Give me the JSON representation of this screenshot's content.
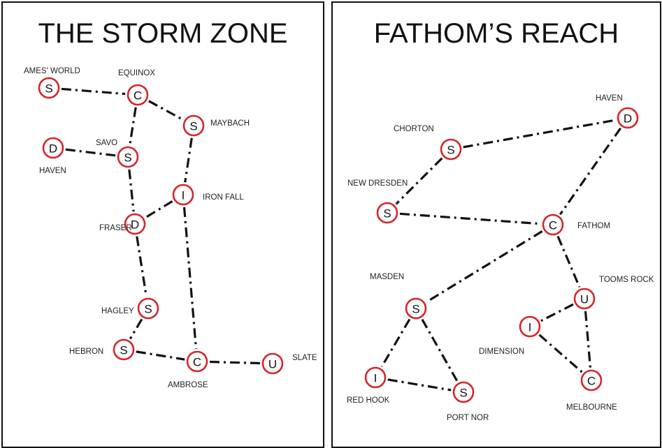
{
  "maps": [
    {
      "title": "THE STORM ZONE",
      "nodes": [
        {
          "id": "ames",
          "type": "S",
          "label": "AMES' WORLD"
        },
        {
          "id": "equinox",
          "type": "C",
          "label": "EQUINOX"
        },
        {
          "id": "maybach",
          "type": "S",
          "label": "MAYBACH"
        },
        {
          "id": "haven",
          "type": "D",
          "label": "HAVEN"
        },
        {
          "id": "savo",
          "type": "S",
          "label": "SAVO"
        },
        {
          "id": "ironfall",
          "type": "I",
          "label": "IRON FALL"
        },
        {
          "id": "fraser",
          "type": "D",
          "label": "FRASER"
        },
        {
          "id": "hagley",
          "type": "S",
          "label": "HAGLEY"
        },
        {
          "id": "hebron",
          "type": "S",
          "label": "HEBRON"
        },
        {
          "id": "ambrose",
          "type": "C",
          "label": "AMBROSE"
        },
        {
          "id": "slate",
          "type": "U",
          "label": "SLATE"
        }
      ],
      "edges": [
        [
          "ames",
          "equinox"
        ],
        [
          "equinox",
          "maybach"
        ],
        [
          "equinox",
          "savo"
        ],
        [
          "haven",
          "savo"
        ],
        [
          "savo",
          "fraser"
        ],
        [
          "maybach",
          "ironfall"
        ],
        [
          "ironfall",
          "fraser"
        ],
        [
          "ironfall",
          "ambrose"
        ],
        [
          "fraser",
          "hagley"
        ],
        [
          "hagley",
          "hebron"
        ],
        [
          "hebron",
          "ambrose"
        ],
        [
          "ambrose",
          "slate"
        ]
      ]
    },
    {
      "title": "FATHOM’S REACH",
      "nodes": [
        {
          "id": "haven",
          "type": "D",
          "label": "HAVEN"
        },
        {
          "id": "chorton",
          "type": "S",
          "label": "CHORTON"
        },
        {
          "id": "newdresden",
          "type": "S",
          "label": "NEW DRESDEN"
        },
        {
          "id": "fathom",
          "type": "C",
          "label": "FATHOM"
        },
        {
          "id": "masden",
          "type": "S",
          "label": "MASDEN"
        },
        {
          "id": "toomsrock",
          "type": "U",
          "label": "TOOMS ROCK"
        },
        {
          "id": "dimension",
          "type": "I",
          "label": "DIMENSION"
        },
        {
          "id": "redhook",
          "type": "I",
          "label": "RED HOOK"
        },
        {
          "id": "portnor",
          "type": "S",
          "label": "PORT NOR"
        },
        {
          "id": "melbourne",
          "type": "C",
          "label": "MELBOURNE"
        }
      ],
      "edges": [
        [
          "chorton",
          "haven"
        ],
        [
          "chorton",
          "newdresden"
        ],
        [
          "newdresden",
          "fathom"
        ],
        [
          "haven",
          "fathom"
        ],
        [
          "fathom",
          "masden"
        ],
        [
          "fathom",
          "toomsrock"
        ],
        [
          "toomsrock",
          "dimension"
        ],
        [
          "toomsrock",
          "melbourne"
        ],
        [
          "dimension",
          "melbourne"
        ],
        [
          "masden",
          "redhook"
        ],
        [
          "masden",
          "portnor"
        ],
        [
          "redhook",
          "portnor"
        ]
      ]
    }
  ]
}
